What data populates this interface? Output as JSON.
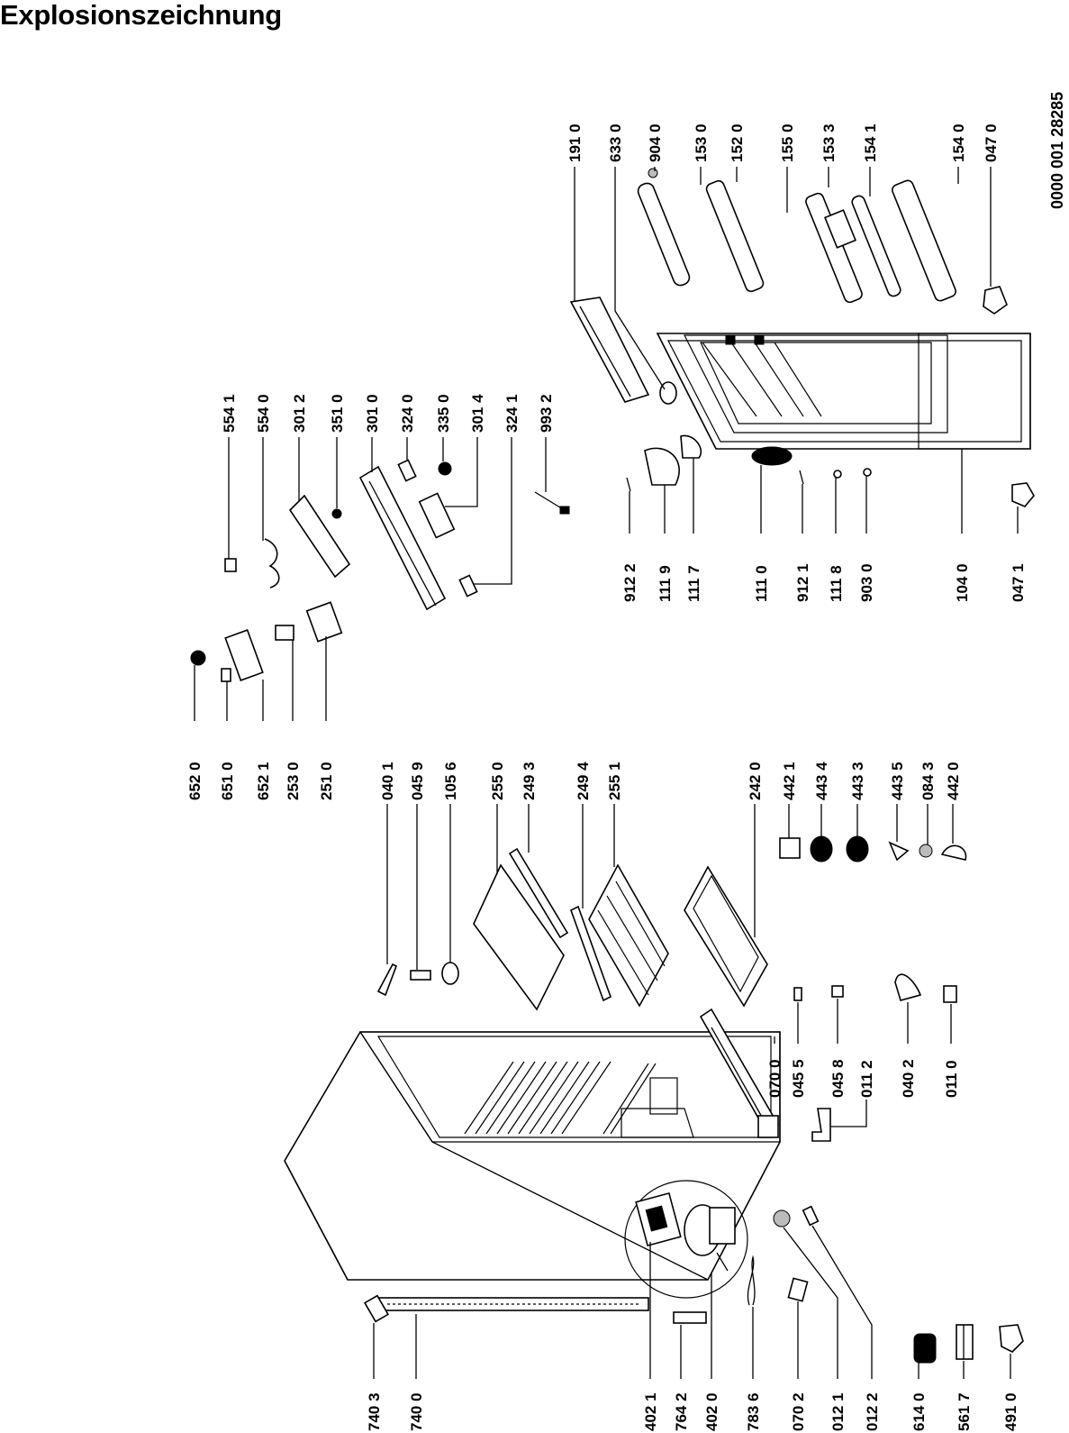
{
  "title": "Explosionszeichnung",
  "doc_number": "0000 001 28285",
  "parts": [
    {
      "id": "p7403",
      "label": "740 3"
    },
    {
      "id": "p7400",
      "label": "740 0"
    },
    {
      "id": "p4021",
      "label": "402 1"
    },
    {
      "id": "p7642",
      "label": "764 2"
    },
    {
      "id": "p4020",
      "label": "402 0"
    },
    {
      "id": "p7836",
      "label": "783 6"
    },
    {
      "id": "p0702",
      "label": "070 2"
    },
    {
      "id": "p0121",
      "label": "012 1"
    },
    {
      "id": "p0122",
      "label": "012 2"
    },
    {
      "id": "p6140",
      "label": "614 0"
    },
    {
      "id": "p5617",
      "label": "561 7"
    },
    {
      "id": "p4910",
      "label": "491 0"
    },
    {
      "id": "p0700",
      "label": "070 0"
    },
    {
      "id": "p0455",
      "label": "045 5"
    },
    {
      "id": "p0458",
      "label": "045 8"
    },
    {
      "id": "p0112",
      "label": "011 2"
    },
    {
      "id": "p0402",
      "label": "040 2"
    },
    {
      "id": "p0110",
      "label": "011 0"
    },
    {
      "id": "p0401",
      "label": "040 1"
    },
    {
      "id": "p0459",
      "label": "045 9"
    },
    {
      "id": "p1056",
      "label": "105 6"
    },
    {
      "id": "p2550",
      "label": "255 0"
    },
    {
      "id": "p2493",
      "label": "249 3"
    },
    {
      "id": "p2494",
      "label": "249 4"
    },
    {
      "id": "p2551",
      "label": "255 1"
    },
    {
      "id": "p2420",
      "label": "242 0"
    },
    {
      "id": "p4421",
      "label": "442 1"
    },
    {
      "id": "p4434",
      "label": "443 4"
    },
    {
      "id": "p4433",
      "label": "443 3"
    },
    {
      "id": "p4435",
      "label": "443 5"
    },
    {
      "id": "p0843",
      "label": "084 3"
    },
    {
      "id": "p4420",
      "label": "442 0"
    },
    {
      "id": "p6520",
      "label": "652 0"
    },
    {
      "id": "p6510",
      "label": "651 0"
    },
    {
      "id": "p6521",
      "label": "652 1"
    },
    {
      "id": "p2530",
      "label": "253 0"
    },
    {
      "id": "p2510",
      "label": "251 0"
    },
    {
      "id": "p5541",
      "label": "554 1"
    },
    {
      "id": "p5540",
      "label": "554 0"
    },
    {
      "id": "p3012",
      "label": "301 2"
    },
    {
      "id": "p3510",
      "label": "351 0"
    },
    {
      "id": "p3010",
      "label": "301 0"
    },
    {
      "id": "p3240",
      "label": "324 0"
    },
    {
      "id": "p3350",
      "label": "335 0"
    },
    {
      "id": "p3014",
      "label": "301 4"
    },
    {
      "id": "p3241",
      "label": "324 1"
    },
    {
      "id": "p9932",
      "label": "993 2"
    },
    {
      "id": "p9122",
      "label": "912 2"
    },
    {
      "id": "p1119",
      "label": "111 9"
    },
    {
      "id": "p1117",
      "label": "111 7"
    },
    {
      "id": "p1110",
      "label": "111 0"
    },
    {
      "id": "p9121",
      "label": "912 1"
    },
    {
      "id": "p1118",
      "label": "111 8"
    },
    {
      "id": "p9030",
      "label": "903 0"
    },
    {
      "id": "p1040",
      "label": "104 0"
    },
    {
      "id": "p0471",
      "label": "047 1"
    },
    {
      "id": "p1910",
      "label": "191 0"
    },
    {
      "id": "p6330",
      "label": "633 0"
    },
    {
      "id": "p9040",
      "label": "904 0"
    },
    {
      "id": "p1530",
      "label": "153 0"
    },
    {
      "id": "p1520",
      "label": "152 0"
    },
    {
      "id": "p1550",
      "label": "155 0"
    },
    {
      "id": "p1533",
      "label": "153 3"
    },
    {
      "id": "p1541",
      "label": "154 1"
    },
    {
      "id": "p1540",
      "label": "154 0"
    },
    {
      "id": "p0470",
      "label": "047 0"
    }
  ]
}
